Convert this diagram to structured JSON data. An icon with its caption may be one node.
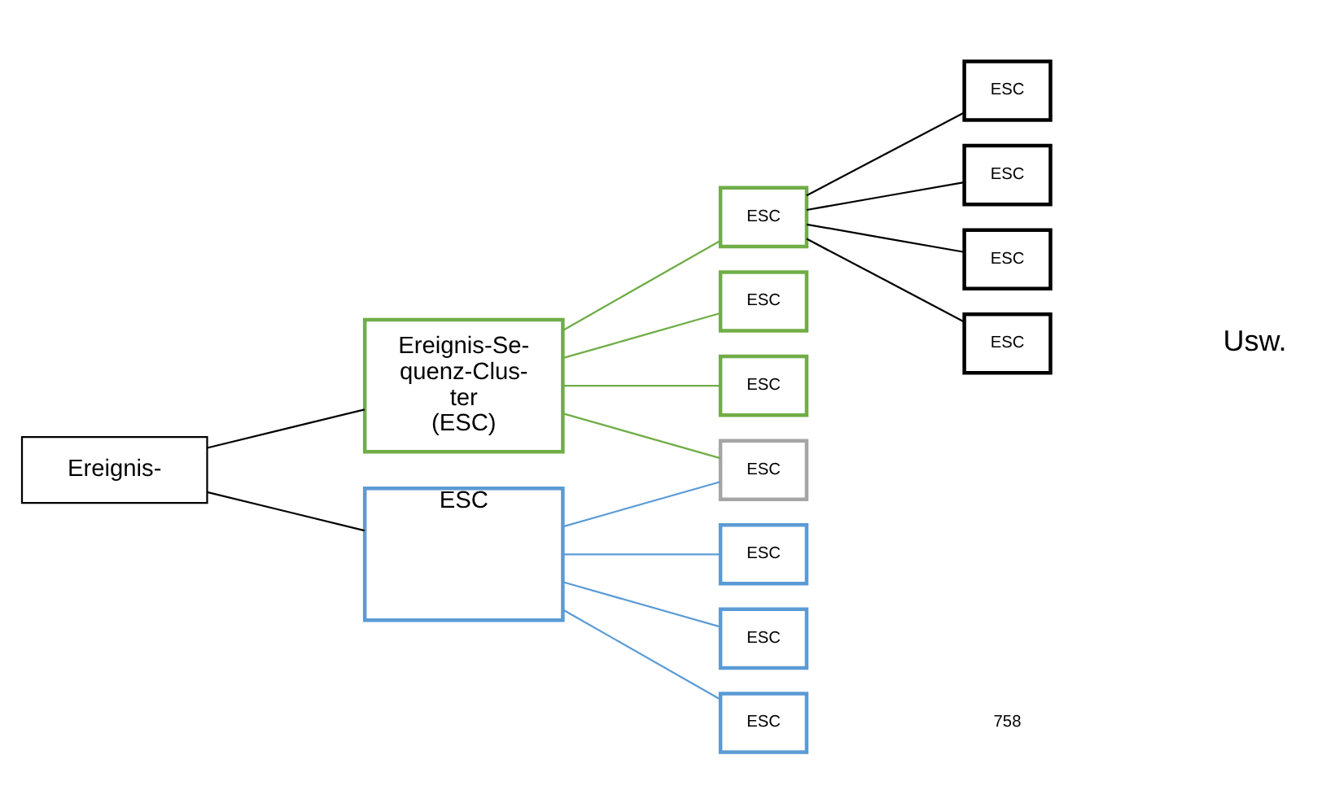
{
  "diagram": {
    "nodes": [
      {
        "text": [
          "Ereignis-"
        ]
      },
      {
        "text": [
          "Ereignis-Se- quenz-Clus- ter (ESC)"
        ]
      },
      {
        "text": [
          "ESC"
        ]
      },
      {
        "text": [
          "ESC"
        ]
      },
      {
        "text": [
          "ESC"
        ]
      },
      {
        "text": [
          "ESC"
        ]
      },
      {
        "text": [
          "ESC"
        ]
      },
      {
        "text": [
          "ESC"
        ]
      },
      {
        "text": [
          "ESC"
        ]
      },
      {
        "text": [
          "ESC"
        ]
      },
      {
        "text": [
          "ESC"
        ]
      },
      {
        "text": [
          "ESC"
        ]
      },
      {
        "text": [
          "ESC"
        ]
      },
      {
        "text": [
          "ESC"
        ]
      }
    ],
    "edges": [
      {
        "from": 0,
        "to": 1,
        "arrow": "none"
      },
      {
        "from": 0,
        "to": 2,
        "arrow": "none"
      },
      {
        "from": 1,
        "to": 3,
        "arrow": "none",
        "color": "#70ad47"
      },
      {
        "from": 1,
        "to": 4,
        "arrow": "none",
        "color": "#70ad47"
      },
      {
        "from": 1,
        "to": 5,
        "arrow": "none",
        "color": "#70ad47"
      },
      {
        "from": 1,
        "to": 6,
        "arrow": "none",
        "color": "#70ad47"
      },
      {
        "from": 2,
        "to": 6,
        "arrow": "none",
        "color": "#5b9bd5"
      },
      {
        "from": 2,
        "to": 7,
        "arrow": "none",
        "color": "#5b9bd5"
      },
      {
        "from": 2,
        "to": 8,
        "arrow": "none",
        "color": "#5b9bd5"
      },
      {
        "from": 2,
        "to": 9,
        "arrow": "none",
        "color": "#5b9bd5"
      },
      {
        "from": 3,
        "to": 10,
        "arrow": "none"
      },
      {
        "from": 3,
        "to": 11,
        "arrow": "none"
      },
      {
        "from": 3,
        "to": 12,
        "arrow": "none"
      },
      {
        "from": 3,
        "to": 13,
        "arrow": "none"
      }
    ],
    "labels": [
      "Usw.",
      "758"
    ]
  }
}
